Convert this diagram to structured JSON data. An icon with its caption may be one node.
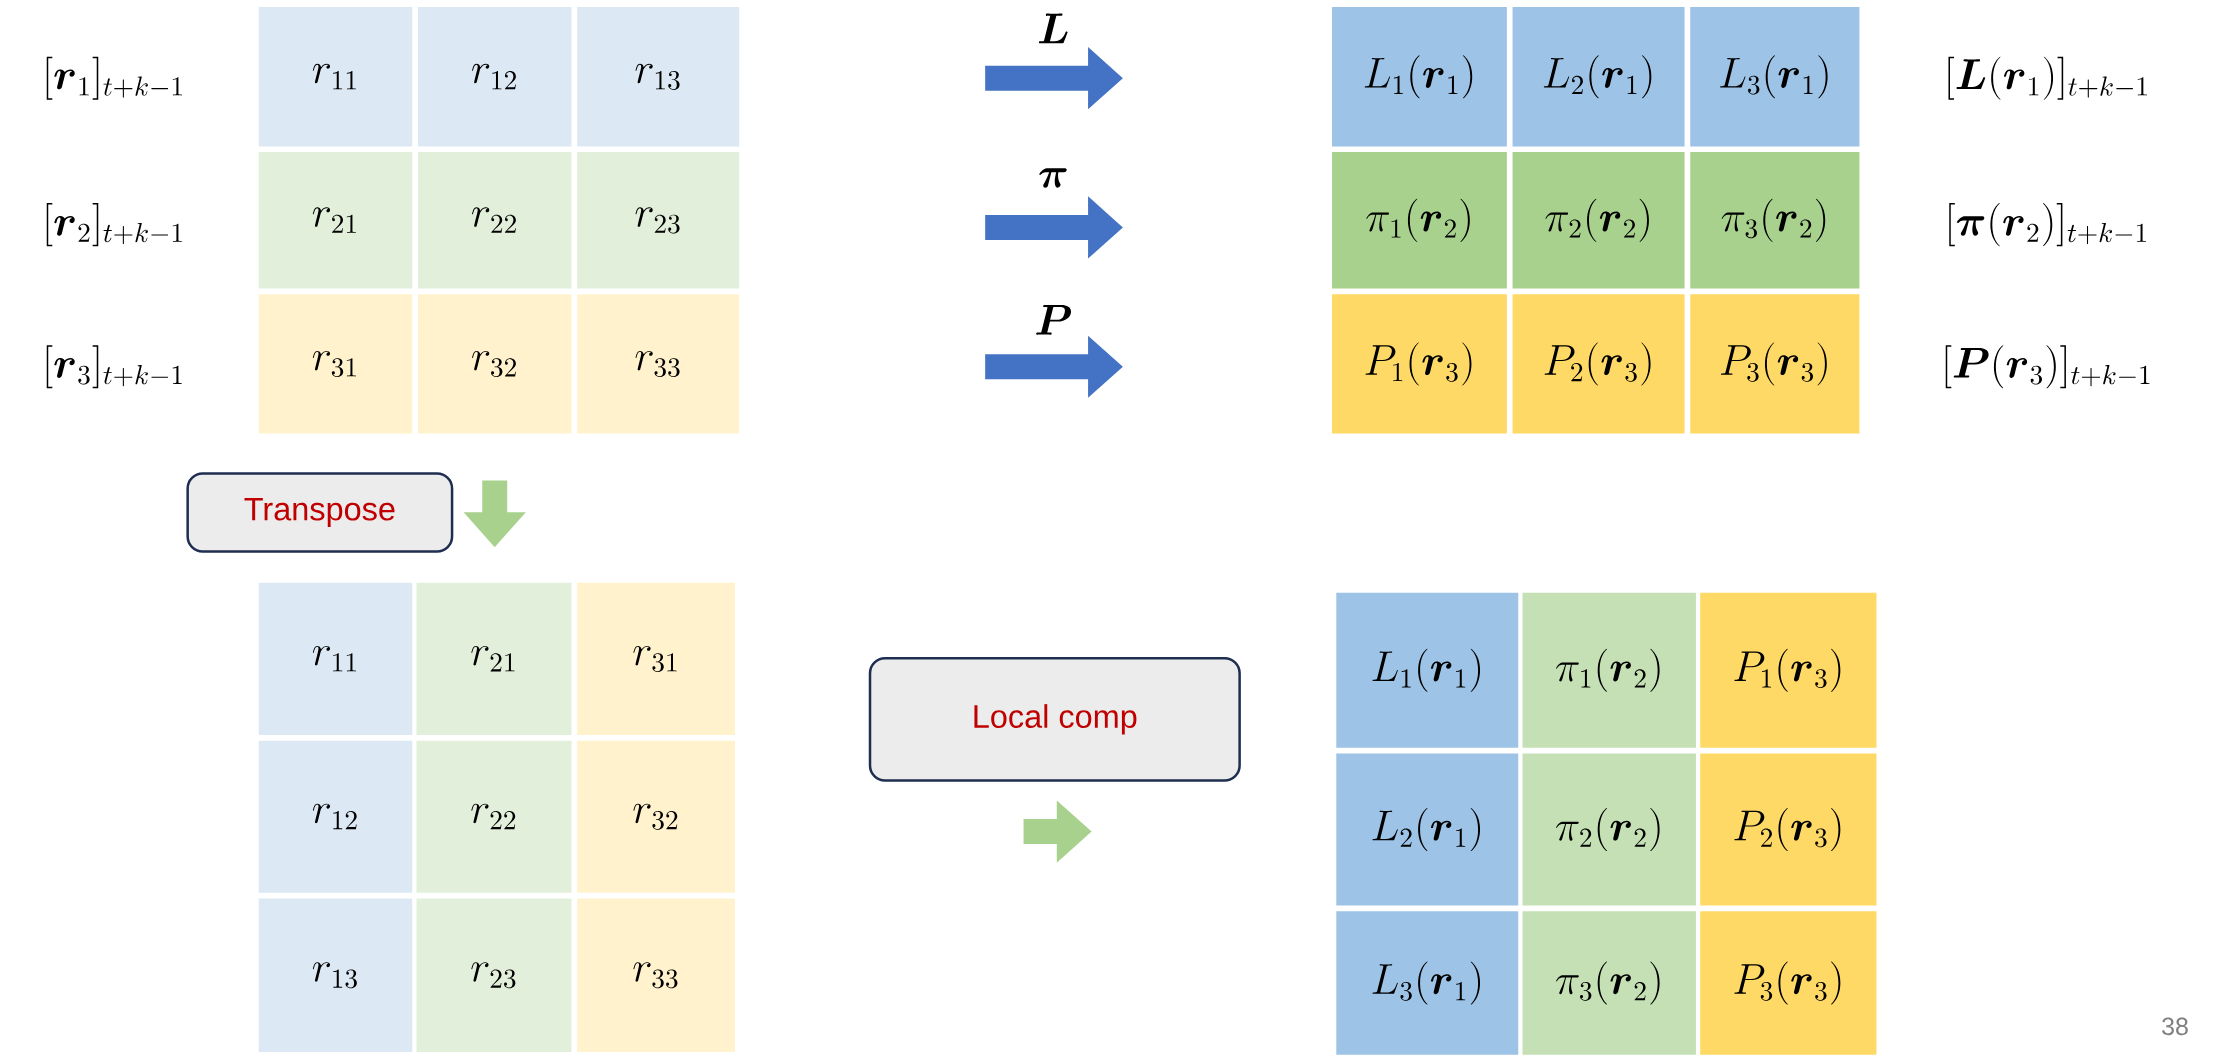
{
  "diagram": {
    "nodes": [
      {
        "text": [
          "r_{11}"
        ]
      },
      {
        "text": [
          "r_{12}"
        ]
      },
      {
        "text": [
          "r_{13}"
        ]
      },
      {
        "text": [
          "r_{21}"
        ]
      },
      {
        "text": [
          "r_{22}"
        ]
      },
      {
        "text": [
          "r_{23}"
        ]
      },
      {
        "text": [
          "r_{31}"
        ]
      },
      {
        "text": [
          "r_{32}"
        ]
      },
      {
        "text": [
          "r_{33}"
        ]
      },
      {
        "text": [
          "L_1(\\boldsymbol{r}_1)"
        ]
      },
      {
        "text": [
          "L_2(\\boldsymbol{r}_1)"
        ]
      },
      {
        "text": [
          "L_3(\\boldsymbol{r}_1)"
        ]
      },
      {
        "text": [
          "\\pi_1(\\boldsymbol{r}_2)"
        ]
      },
      {
        "text": [
          "\\pi_2(\\boldsymbol{r}_2)"
        ]
      },
      {
        "text": [
          "\\pi_3(\\boldsymbol{r}_2)"
        ]
      },
      {
        "text": [
          "P_1(\\boldsymbol{r}_3)"
        ]
      },
      {
        "text": [
          "P_2(\\boldsymbol{r}_3)"
        ]
      },
      {
        "text": [
          "P_3(\\boldsymbol{r}_3)"
        ]
      },
      {
        "text": [
          "Transpose"
        ]
      },
      {
        "text": [
          "r_{11}"
        ]
      },
      {
        "text": [
          "r_{21}"
        ]
      },
      {
        "text": [
          "r_{31}"
        ]
      },
      {
        "text": [
          "r_{12}"
        ]
      },
      {
        "text": [
          "r_{22}"
        ]
      },
      {
        "text": [
          "r_{32}"
        ]
      },
      {
        "text": [
          "r_{13}"
        ]
      },
      {
        "text": [
          "r_{23}"
        ]
      },
      {
        "text": [
          "r_{33}"
        ]
      },
      {
        "text": [
          "Local comp"
        ]
      },
      {
        "text": [
          "L_1(\\boldsymbol{r}_1)"
        ]
      },
      {
        "text": [
          "\\pi_1(\\boldsymbol{r}_2)"
        ]
      },
      {
        "text": [
          "P_1(\\boldsymbol{r}_3)"
        ]
      },
      {
        "text": [
          "L_2(\\boldsymbol{r}_1)"
        ]
      },
      {
        "text": [
          "\\pi_2(\\boldsymbol{r}_2)"
        ]
      },
      {
        "text": [
          "P_2(\\boldsymbol{r}_3)"
        ]
      },
      {
        "text": [
          "L_3(\\boldsymbol{r}_1)"
        ]
      },
      {
        "text": [
          "\\pi_3(\\boldsymbol{r}_2)"
        ]
      },
      {
        "text": [
          "P_3(\\boldsymbol{r}_3)"
        ]
      }
    ],
    "labels": [
      "[\\boldsymbol{r}_1]_{t+k-1}",
      "\\boldsymbol{L}",
      "[\\boldsymbol{L}(\\boldsymbol{r}_1)]_{t+k-1}",
      "[\\boldsymbol{r}_2]_{t+k-1}",
      "\\boldsymbol{\\pi}",
      "[\\boldsymbol{\\pi}(\\boldsymbol{r}_2)]_{t+k-1}",
      "[\\boldsymbol{r}_3]_{t+k-1}",
      "\\boldsymbol{P}",
      "[\\boldsymbol{P}(\\boldsymbol{r}_3)]_{t+k-1}",
      "38"
    ]
  }
}
